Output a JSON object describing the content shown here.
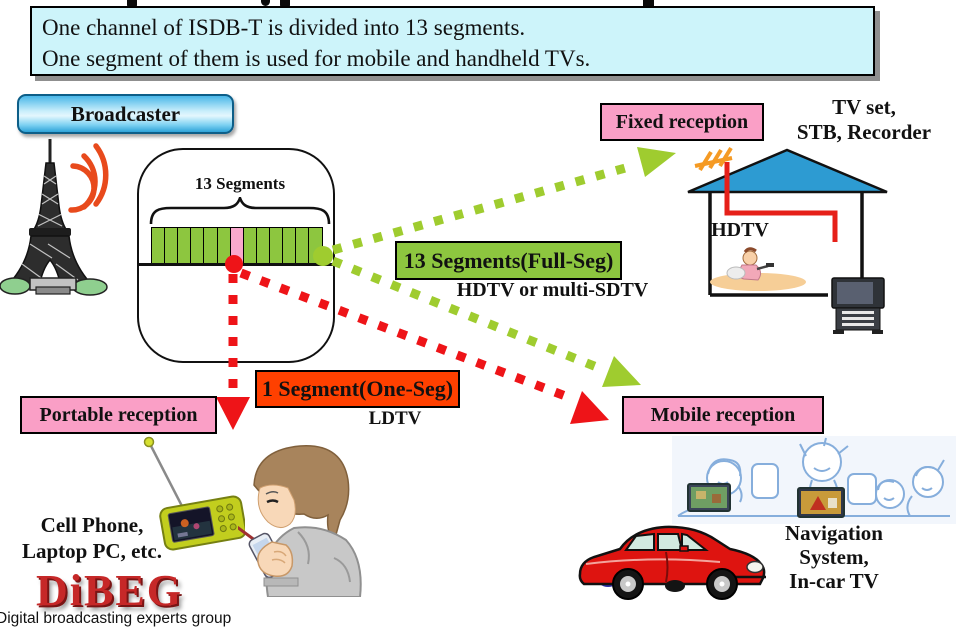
{
  "title_note": {
    "line1": "One channel of ISDB-T is divided into 13 segments.",
    "line2": "One segment of them is used for mobile and handheld TVs."
  },
  "broadcaster": {
    "label": "Broadcaster"
  },
  "channel_box": {
    "segments_label": "13 Segments",
    "segment_count": 13,
    "one_seg_index": 6
  },
  "full_seg": {
    "badge": "13 Segments(Full-Seg)",
    "subtitle": "HDTV or multi-SDTV"
  },
  "one_seg": {
    "badge": "1 Segment(One-Seg)",
    "subtitle": "LDTV"
  },
  "fixed_reception": {
    "label": "Fixed reception",
    "device_line1": "TV set,",
    "device_line2": "STB, Recorder",
    "tv_type": "HDTV"
  },
  "portable_reception": {
    "label": "Portable reception",
    "device_line1": "Cell Phone,",
    "device_line2": "Laptop PC, etc."
  },
  "mobile_reception": {
    "label": "Mobile reception",
    "device_line1": "Navigation",
    "device_line2": "System,",
    "device_line3": "In-car TV"
  },
  "footer": {
    "logo_text": "DiBEG",
    "caption": "Digital broadcasting experts group"
  },
  "colors": {
    "note_cyan": "#CDF4FA",
    "broadcaster_blue": "#49B7E8",
    "label_pink": "#FA9FC6",
    "badge_green": "#8DC63F",
    "badge_orange": "#FF4000",
    "segment_green": "#8DC63F",
    "segment_pink": "#F9A8CC",
    "arrow_green": "#9FCC2F",
    "arrow_red": "#EE1418",
    "roof_blue": "#2D9BD2",
    "logo_red": "#C62828"
  }
}
